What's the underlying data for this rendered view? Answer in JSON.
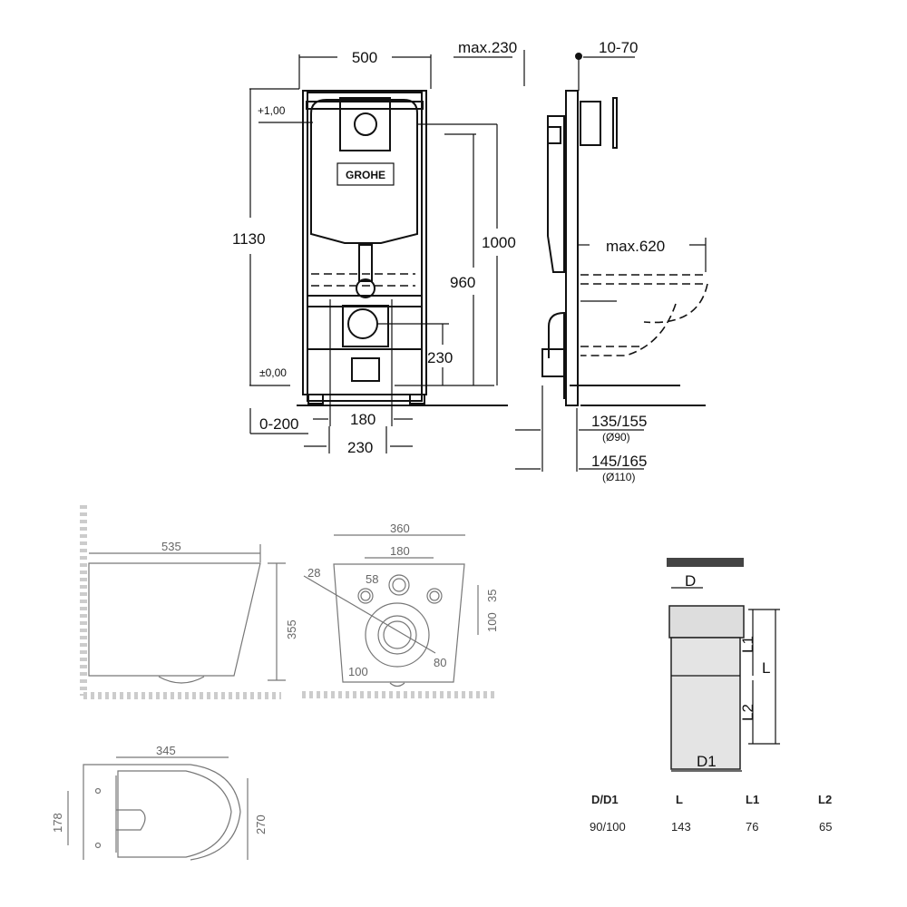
{
  "frame_drawing": {
    "brand_logo": "GROHE",
    "width": "500",
    "max_depth": "max.230",
    "panel_offset": "10-70",
    "height_total": "1130",
    "level_top": "+1,00",
    "level_zero": "±0,00",
    "height_1000": "1000",
    "height_960": "960",
    "height_230": "230",
    "floor_adjust": "0-200",
    "bolt_180": "180",
    "bolt_230": "230",
    "max_620": "max.620",
    "drain_90": "135/155",
    "drain_90_dia": "(Ø90)",
    "drain_110": "145/165",
    "drain_110_dia": "(Ø110)"
  },
  "bowl_side": {
    "length": "535",
    "height": "355"
  },
  "bowl_back": {
    "width": "360",
    "bolt_spacing": "180",
    "bolt_hole": "28",
    "inlet": "58",
    "offset_35": "35",
    "offset_100": "100",
    "outlet_outer": "100",
    "outlet_inner": "80"
  },
  "bowl_top": {
    "length": "345",
    "width": "270",
    "bolt_spacing": "178"
  },
  "connector": {
    "label_D": "D",
    "label_L": "L",
    "label_L1": "L1",
    "label_L2": "L2",
    "label_D1": "D1",
    "table": {
      "headers": [
        "D/D1",
        "L",
        "L1",
        "L2"
      ],
      "row": [
        "90/100",
        "143",
        "76",
        "65"
      ]
    }
  }
}
